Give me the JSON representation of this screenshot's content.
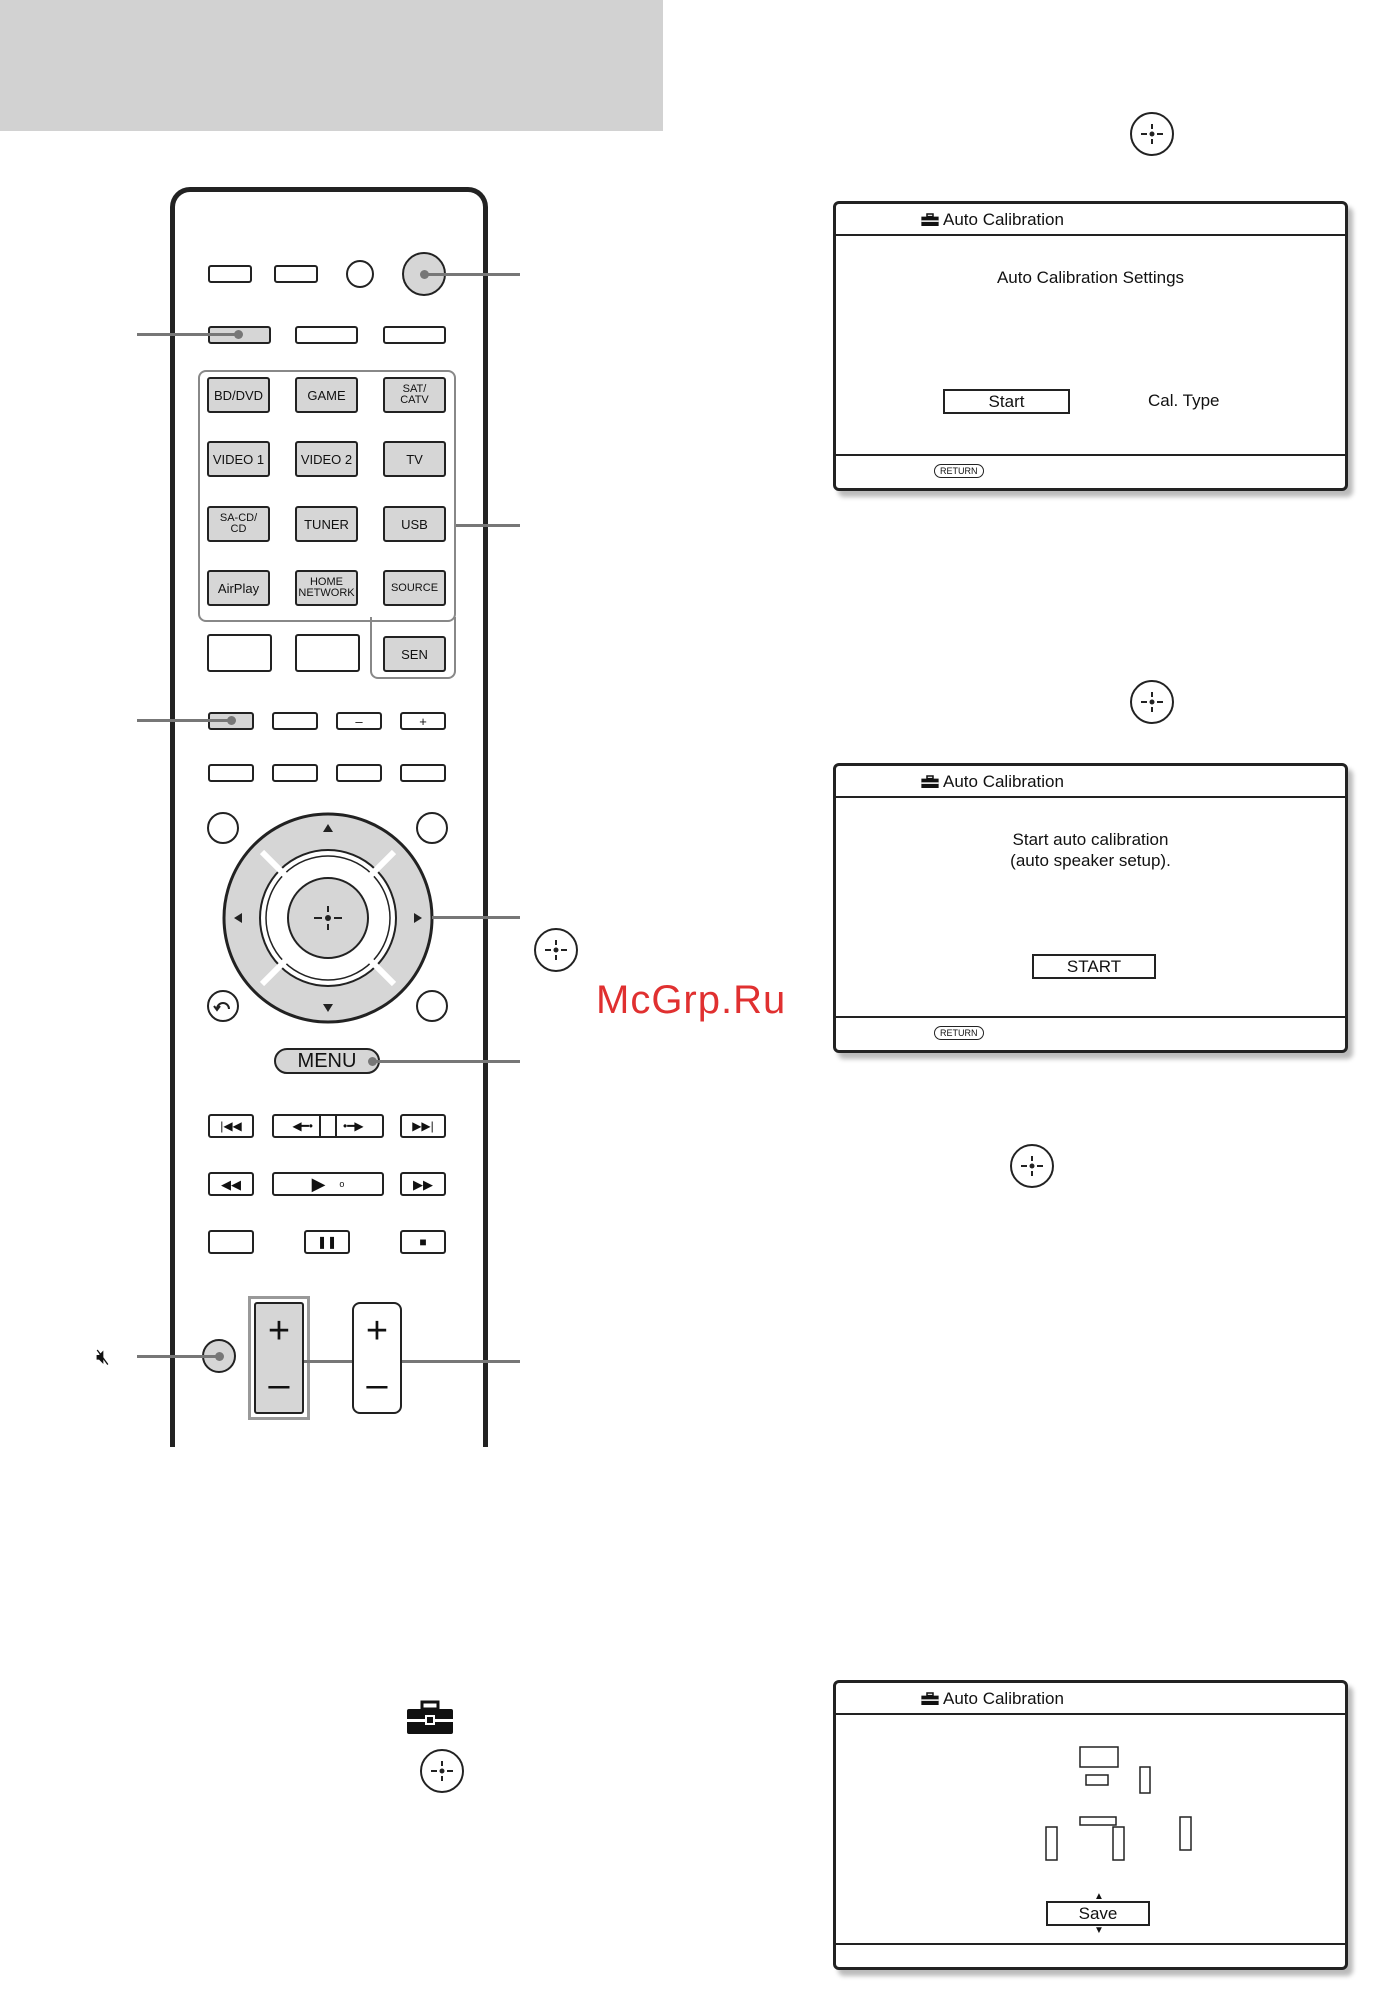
{
  "watermark": "McGrp.Ru",
  "remote": {
    "input_buttons": [
      [
        "BD/DVD",
        "GAME",
        "SAT/\nCATV"
      ],
      [
        "VIDEO 1",
        "VIDEO 2",
        "TV"
      ],
      [
        "SA-CD/\nCD",
        "TUNER",
        "USB"
      ],
      [
        "AirPlay",
        "HOME\nNETWORK",
        "SOURCE"
      ]
    ],
    "sen_label": "SEN",
    "minus_label": "–",
    "plus_label": "+",
    "menu_label": "MENU",
    "vol_plus": "+",
    "vol_minus": "–"
  },
  "screens": [
    {
      "title": "Auto Calibration",
      "heading": "Auto Calibration Settings",
      "start": "Start",
      "cal_type": "Cal. Type",
      "return": "RETURN"
    },
    {
      "title": "Auto Calibration",
      "line1": "Start auto calibration",
      "line2": "(auto speaker setup).",
      "start": "START",
      "return": "RETURN"
    },
    {
      "title": "Auto Calibration",
      "save": "Save"
    }
  ],
  "icons": {
    "enter": "enter-icon",
    "mute": "mute-icon",
    "toolbox": "toolbox-icon",
    "return": "return-icon"
  }
}
